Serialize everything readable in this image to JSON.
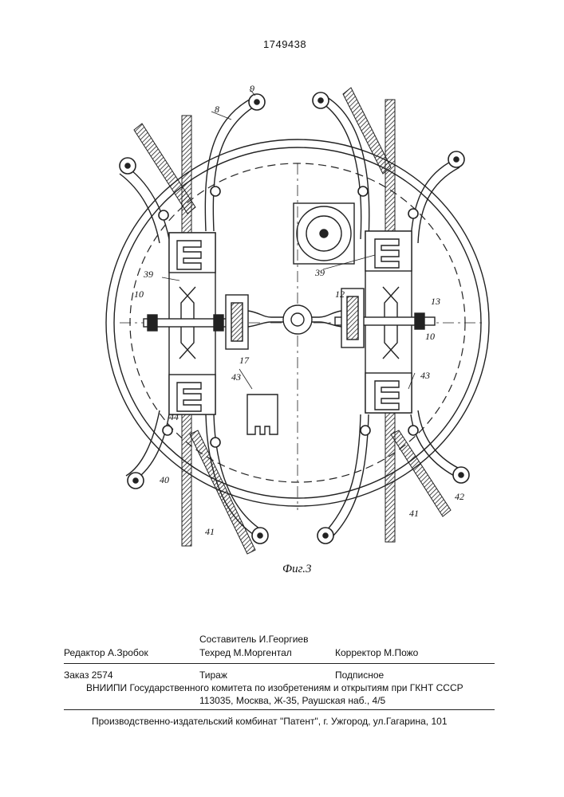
{
  "header": {
    "patent_number": "1749438"
  },
  "figure": {
    "caption": "Фиг.3",
    "labels": {
      "n8": "8",
      "n9": "9",
      "n10a": "10",
      "n10b": "10",
      "n12": "12",
      "n13": "13",
      "n17": "17",
      "n39a": "39",
      "n39b": "39",
      "n40": "40",
      "n41a": "41",
      "n41b": "41",
      "n42": "42",
      "n43a": "43",
      "n43b": "43",
      "n44": "44"
    }
  },
  "colophon": {
    "editor": "Редактор  А.Зробок",
    "compiler": "Составитель  И.Георгиев",
    "techred": "Техред М.Моргентал",
    "corrector": "Корректор  М.Пожо",
    "order": "Заказ  2574",
    "circulation": "Тираж",
    "subscription": "Подписное",
    "institute": "ВНИИПИ Государственного комитета по изобретениям и открытиям при ГКНТ СССР",
    "address": "113035, Москва, Ж-35, Раушская наб., 4/5",
    "publisher": "Производственно-издательский комбинат \"Патент\", г. Ужгород, ул.Гагарина, 101"
  }
}
